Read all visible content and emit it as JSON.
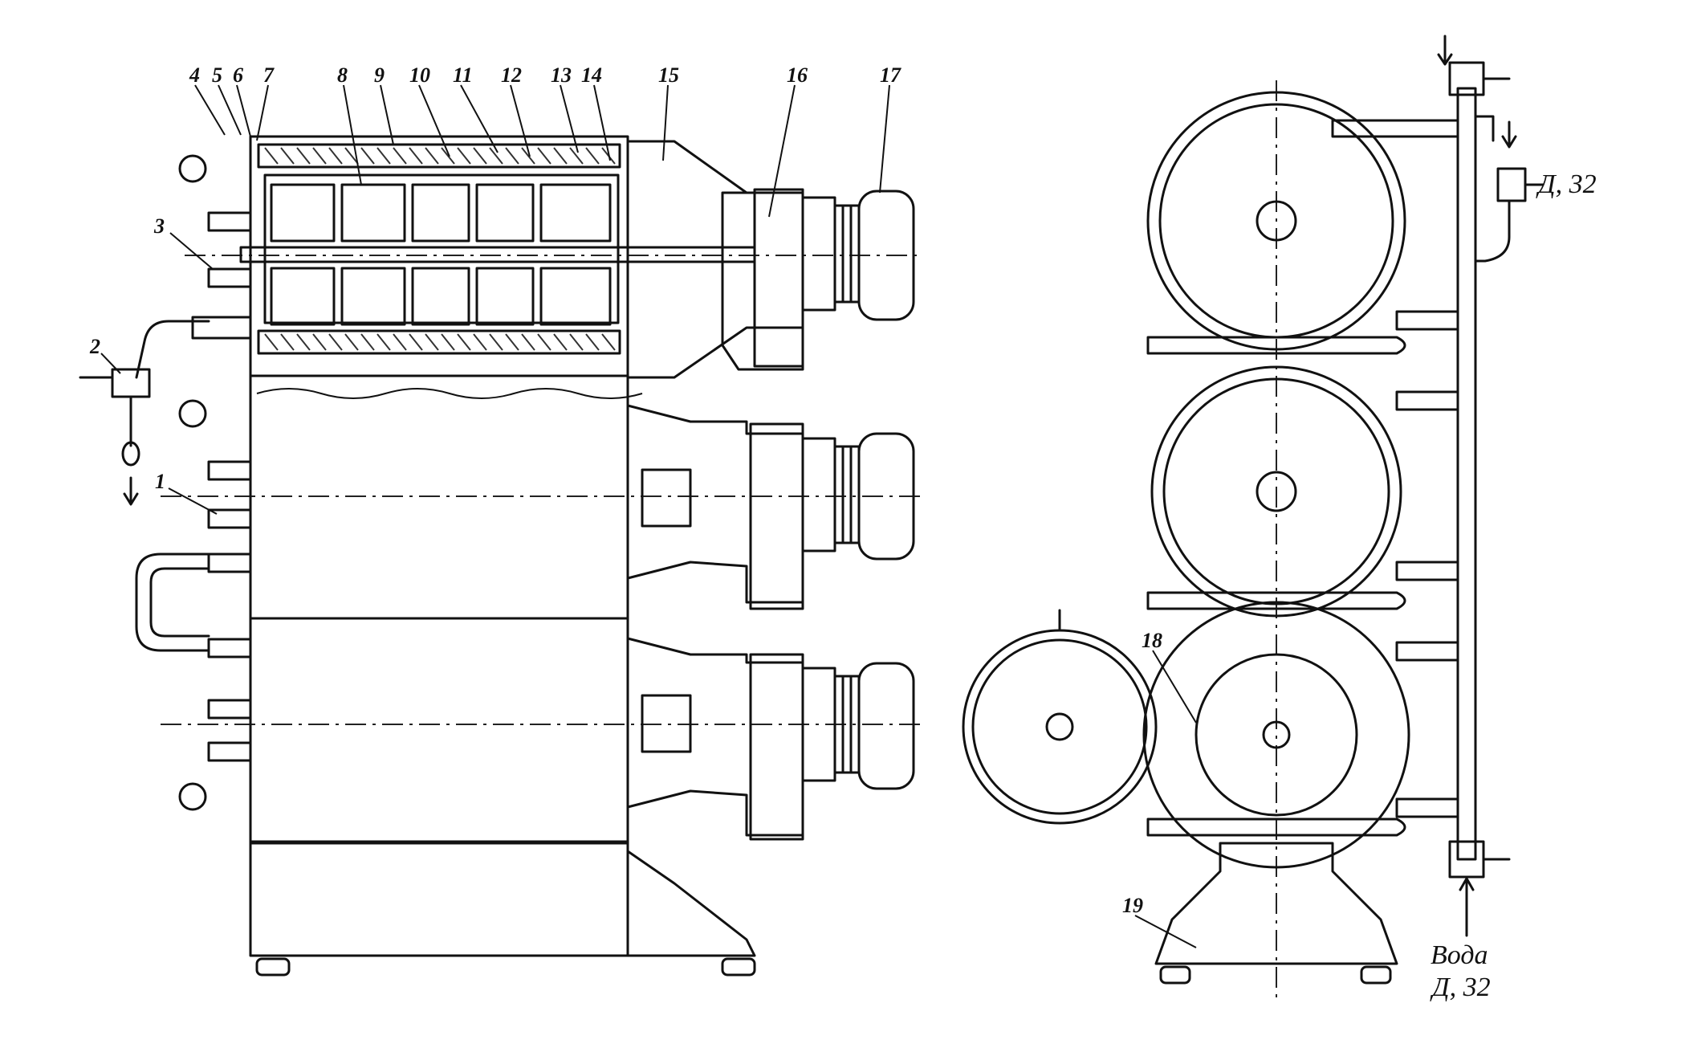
{
  "callouts": [
    "1",
    "2",
    "3",
    "4",
    "5",
    "6",
    "7",
    "8",
    "9",
    "10",
    "11",
    "12",
    "13",
    "14",
    "15",
    "16",
    "17",
    "18",
    "19"
  ],
  "labels": {
    "outlet_pipe": "Д, 32",
    "water_inlet_word": "Вода",
    "water_inlet_size": "Д, 32"
  }
}
